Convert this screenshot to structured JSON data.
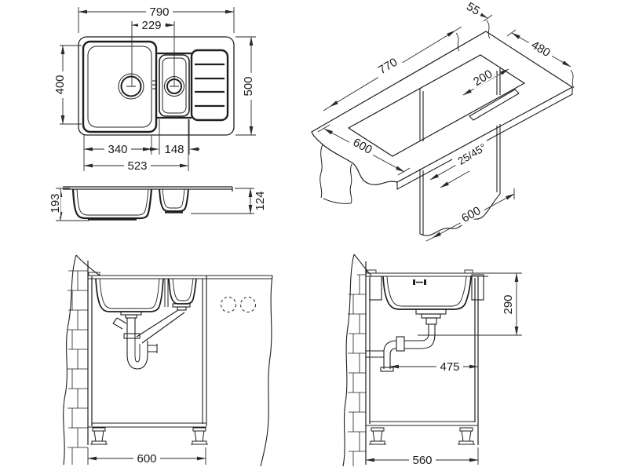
{
  "dims": {
    "top_view": {
      "overall_width": "790",
      "drain_spacing": "229",
      "bowl_length": "400",
      "overall_depth": "500",
      "main_bowl_width": "340",
      "half_bowl_width": "148",
      "bowls_combined_width": "523"
    },
    "profile": {
      "main_bowl_depth": "193",
      "half_bowl_depth": "124"
    },
    "isometric": {
      "rim_offset": "55",
      "cutout_depth": "480",
      "cutout_width": "770",
      "brace_width": "200",
      "worktop_depth": "600",
      "edge_chamfer": "25/45°",
      "cabinet_depth": "600"
    },
    "section_double": {
      "cabinet_width": "600"
    },
    "section_single": {
      "drain_height": "290",
      "drain_offset": "475",
      "cabinet_width": "560"
    }
  },
  "colors": {
    "line": "#1f1f1f",
    "background": "#ffffff"
  }
}
